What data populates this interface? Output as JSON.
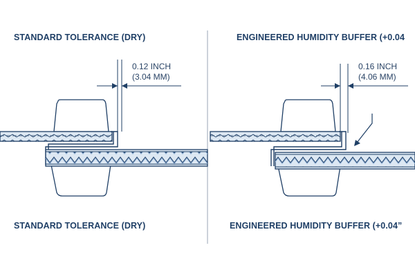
{
  "panels": {
    "left": {
      "title_top": "STANDARD TOLERANCE (DRY)",
      "title_bottom": "STANDARD TOLERANCE (DRY)",
      "dimension": {
        "inch": "0.12 INCH",
        "mm": "(3.04 MM)"
      }
    },
    "right": {
      "title_top": "ENGINEERED HUMIDITY BUFFER (+0.04",
      "title_bottom": "ENGINEERED HUMIDITY BUFFER (+0.04”",
      "dimension": {
        "inch": "0.16 INCH",
        "mm": "(4.06 MM)"
      }
    }
  },
  "colors": {
    "ink": "#1f3f66",
    "board_fill": "#dde8f3",
    "flute": "#8fb0d6",
    "tab_fill": "#ffffff"
  }
}
